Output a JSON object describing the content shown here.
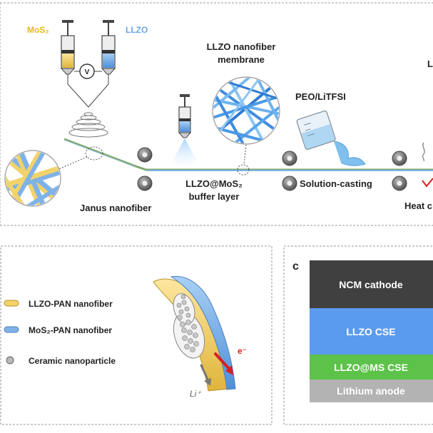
{
  "panel_a": {
    "syringe_left_label": "MoS₂",
    "syringe_right_label": "LLZO",
    "voltage_symbol": "V",
    "membrane_label_line1": "LLZO nanofiber",
    "membrane_label_line2": "membrane",
    "peo_label": "PEO/LiTFSI",
    "buffer_label_line1": "LLZO@MoS₂",
    "buffer_label_line2": "buffer layer",
    "solution_casting_label": "Solution-casting",
    "janus_label": "Janus nanofiber",
    "heat_label": "Heat c",
    "cut_label_top": "L"
  },
  "panel_b": {
    "legend": [
      {
        "label": "LLZO-PAN nanofiber",
        "color": "#f2d36b"
      },
      {
        "label": "MoS₂-PAN nanofiber",
        "color": "#7fb3e8"
      },
      {
        "label": "Ceramic nanoparticle",
        "color": "#b9b9b9"
      }
    ],
    "electron_label": "e⁻",
    "lithium_label": "Li⁺"
  },
  "panel_c": {
    "panel_letter": "c",
    "layers": [
      {
        "label": "NCM cathode",
        "color": "#404040"
      },
      {
        "label": "LLZO CSE",
        "color": "#5b9bef"
      },
      {
        "label": "LLZO@MS CSE",
        "color": "#5cc24a"
      },
      {
        "label": "Lithium anode",
        "color": "#b3b3b3"
      }
    ]
  },
  "colors": {
    "llzo_yellow": "#f2d36b",
    "mos2_blue": "#7fb3e8",
    "electron_arrow": "#d62020",
    "li_arrow": "#777777",
    "belt_green": "#7fa86a"
  }
}
